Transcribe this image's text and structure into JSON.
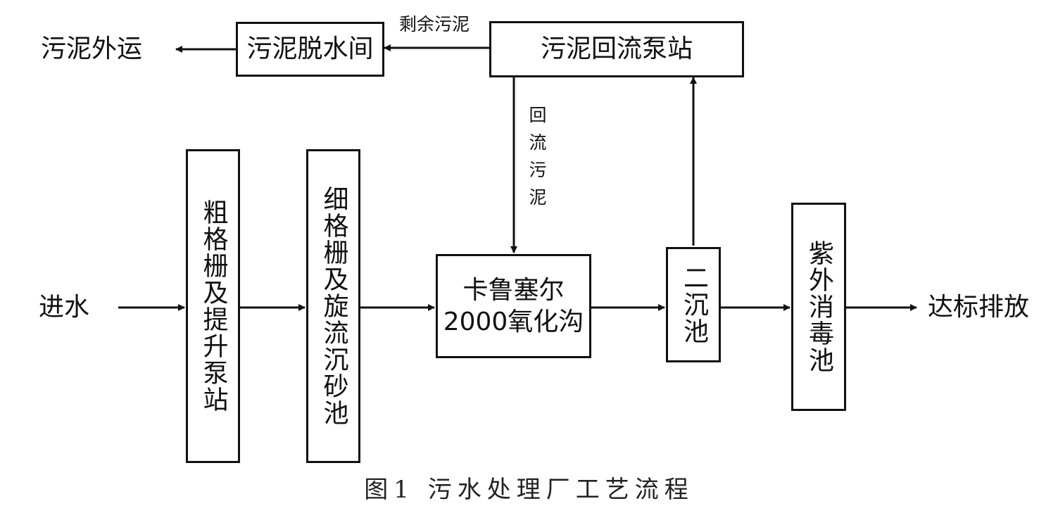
{
  "nodes": {
    "coarse_screen": "粗格栅及提升泵站",
    "fine_screen": "细格栅及旋流沉砂池",
    "oxidation_ditch_line1": "卡鲁塞尔",
    "oxidation_ditch_line2": "2000氧化沟",
    "secondary_clarifier": "二沉池",
    "uv_disinfection": "紫外消毒池",
    "sludge_return_pump": "污泥回流泵站",
    "sludge_dewatering": "污泥脱水间"
  },
  "labels": {
    "influent": "进水",
    "effluent": "达标排放",
    "sludge_export": "污泥外运",
    "excess_sludge": "剩余污泥",
    "return_sludge": "回流污泥"
  },
  "caption": "图1   污水处理厂工艺流程"
}
